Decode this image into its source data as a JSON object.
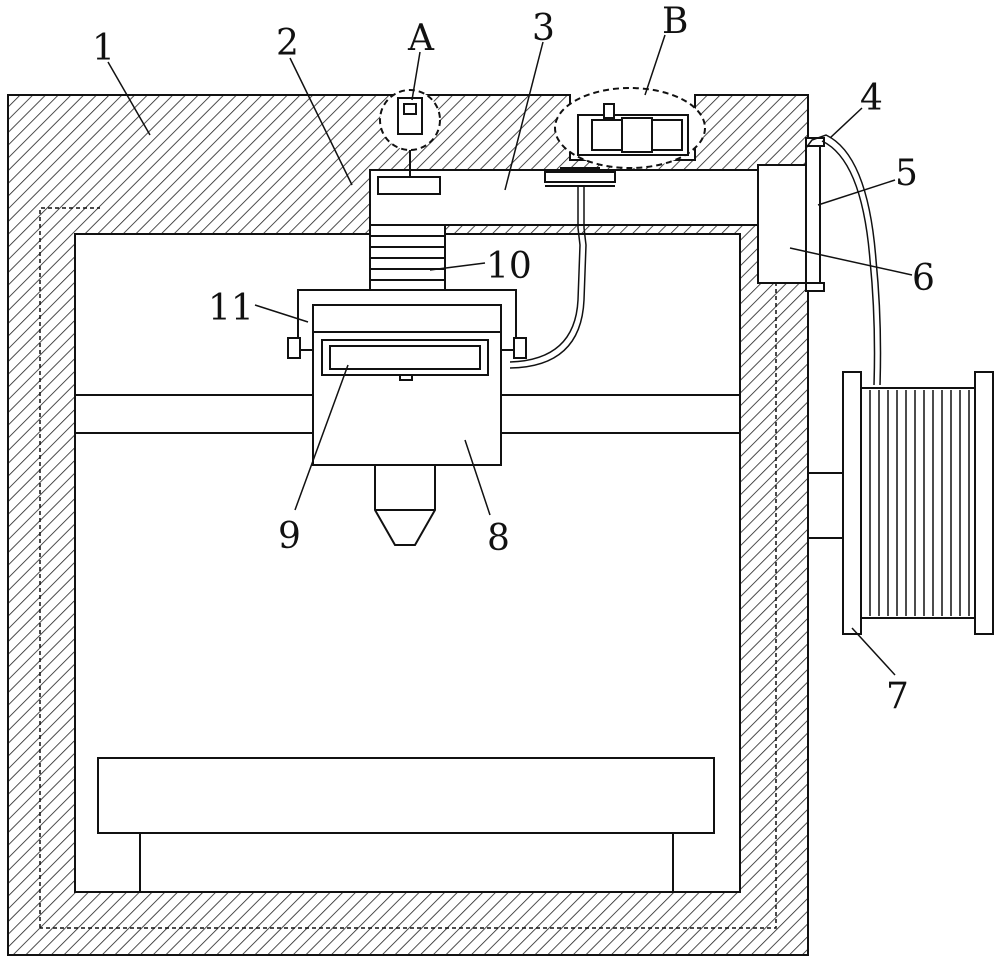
{
  "labels": {
    "l1": "1",
    "l2": "2",
    "lA": "A",
    "l3": "3",
    "lB": "B",
    "l4": "4",
    "l5": "5",
    "l6": "6",
    "l10": "10",
    "l11": "11",
    "l9": "9",
    "l8": "8",
    "l7": "7"
  }
}
